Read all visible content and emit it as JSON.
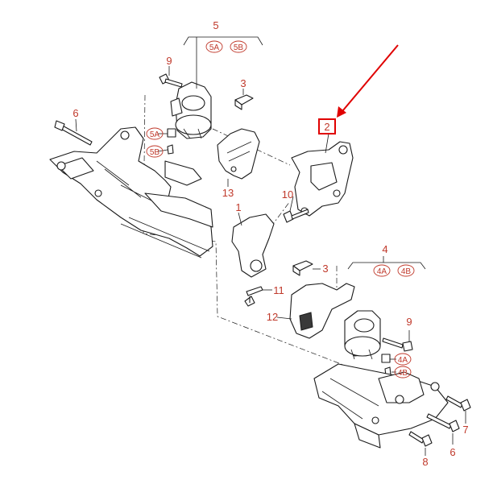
{
  "callouts": {
    "c5": "5",
    "c5a": "5A",
    "c5b": "5B",
    "c9_left": "9",
    "c3_left": "3",
    "c6_left": "6",
    "c5a_small": "5A",
    "c5b_small": "5B",
    "c13": "13",
    "c2": "2",
    "c10": "10",
    "c1": "1",
    "c3_mid": "3",
    "c11": "11",
    "c12": "12",
    "c4": "4",
    "c4a": "4A",
    "c4b": "4B",
    "c9_right": "9",
    "c4a_small": "4A",
    "c4b_small": "4B",
    "c7": "7",
    "c6_right": "6",
    "c8": "8"
  },
  "highlight": {
    "color": "#e00000",
    "target": "2"
  },
  "colors": {
    "callout": "#c0392b",
    "line": "#1a1a1a"
  }
}
